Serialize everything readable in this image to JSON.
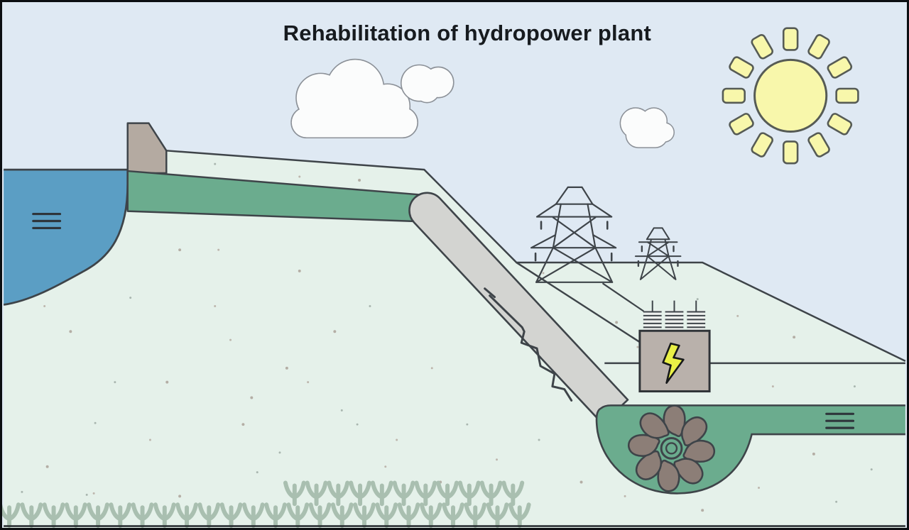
{
  "title": "Rehabilitation of hydropower plant",
  "scene": {
    "sun": {
      "label": "sun",
      "ray_count": 12
    },
    "clouds": {
      "count": 3
    },
    "reservoir": {
      "label": "reservoir",
      "level_marker": "three-lines-water-level"
    },
    "dam": {
      "label": "concrete dam"
    },
    "intake_canal": {
      "label": "intake canal"
    },
    "penstock": {
      "label": "penstock",
      "has_crack": true
    },
    "pylons": {
      "count": 2
    },
    "transformer": {
      "label": "transformer",
      "bushing_count": 3,
      "symbol": "lightning-bolt"
    },
    "turbine": {
      "label": "turbine",
      "blade_count": 8
    },
    "tailrace": {
      "label": "tailrace channel",
      "level_marker": "three-lines-water-level"
    },
    "crops": {
      "rows": 2,
      "row1_count": 11,
      "row2_count": 24
    }
  },
  "layout_counts": {
    "crop_row1": 11,
    "crop_row2": 24
  },
  "colors": {
    "sky": "#dfe9f3",
    "ground": "#e5f1ea",
    "water": "#5b9ec4",
    "canal_green": "#6bac8e",
    "pipe_gray": "#d3d4d1",
    "dam_concrete": "#b4aaa1",
    "transformer_gray": "#b9b1ab",
    "bushing_light": "#eef0ee",
    "sun_yellow": "#f8f7ab",
    "sun_stroke": "#565b55",
    "bolt_yellow": "#e9f046",
    "blade_brown": "#8c7e77",
    "crops_green": "#a9bfb0",
    "cloud_fill": "#fbfcfc",
    "cloud_stroke": "#8b9097",
    "outline": "#3e4449",
    "title_color": "#171b1f"
  }
}
